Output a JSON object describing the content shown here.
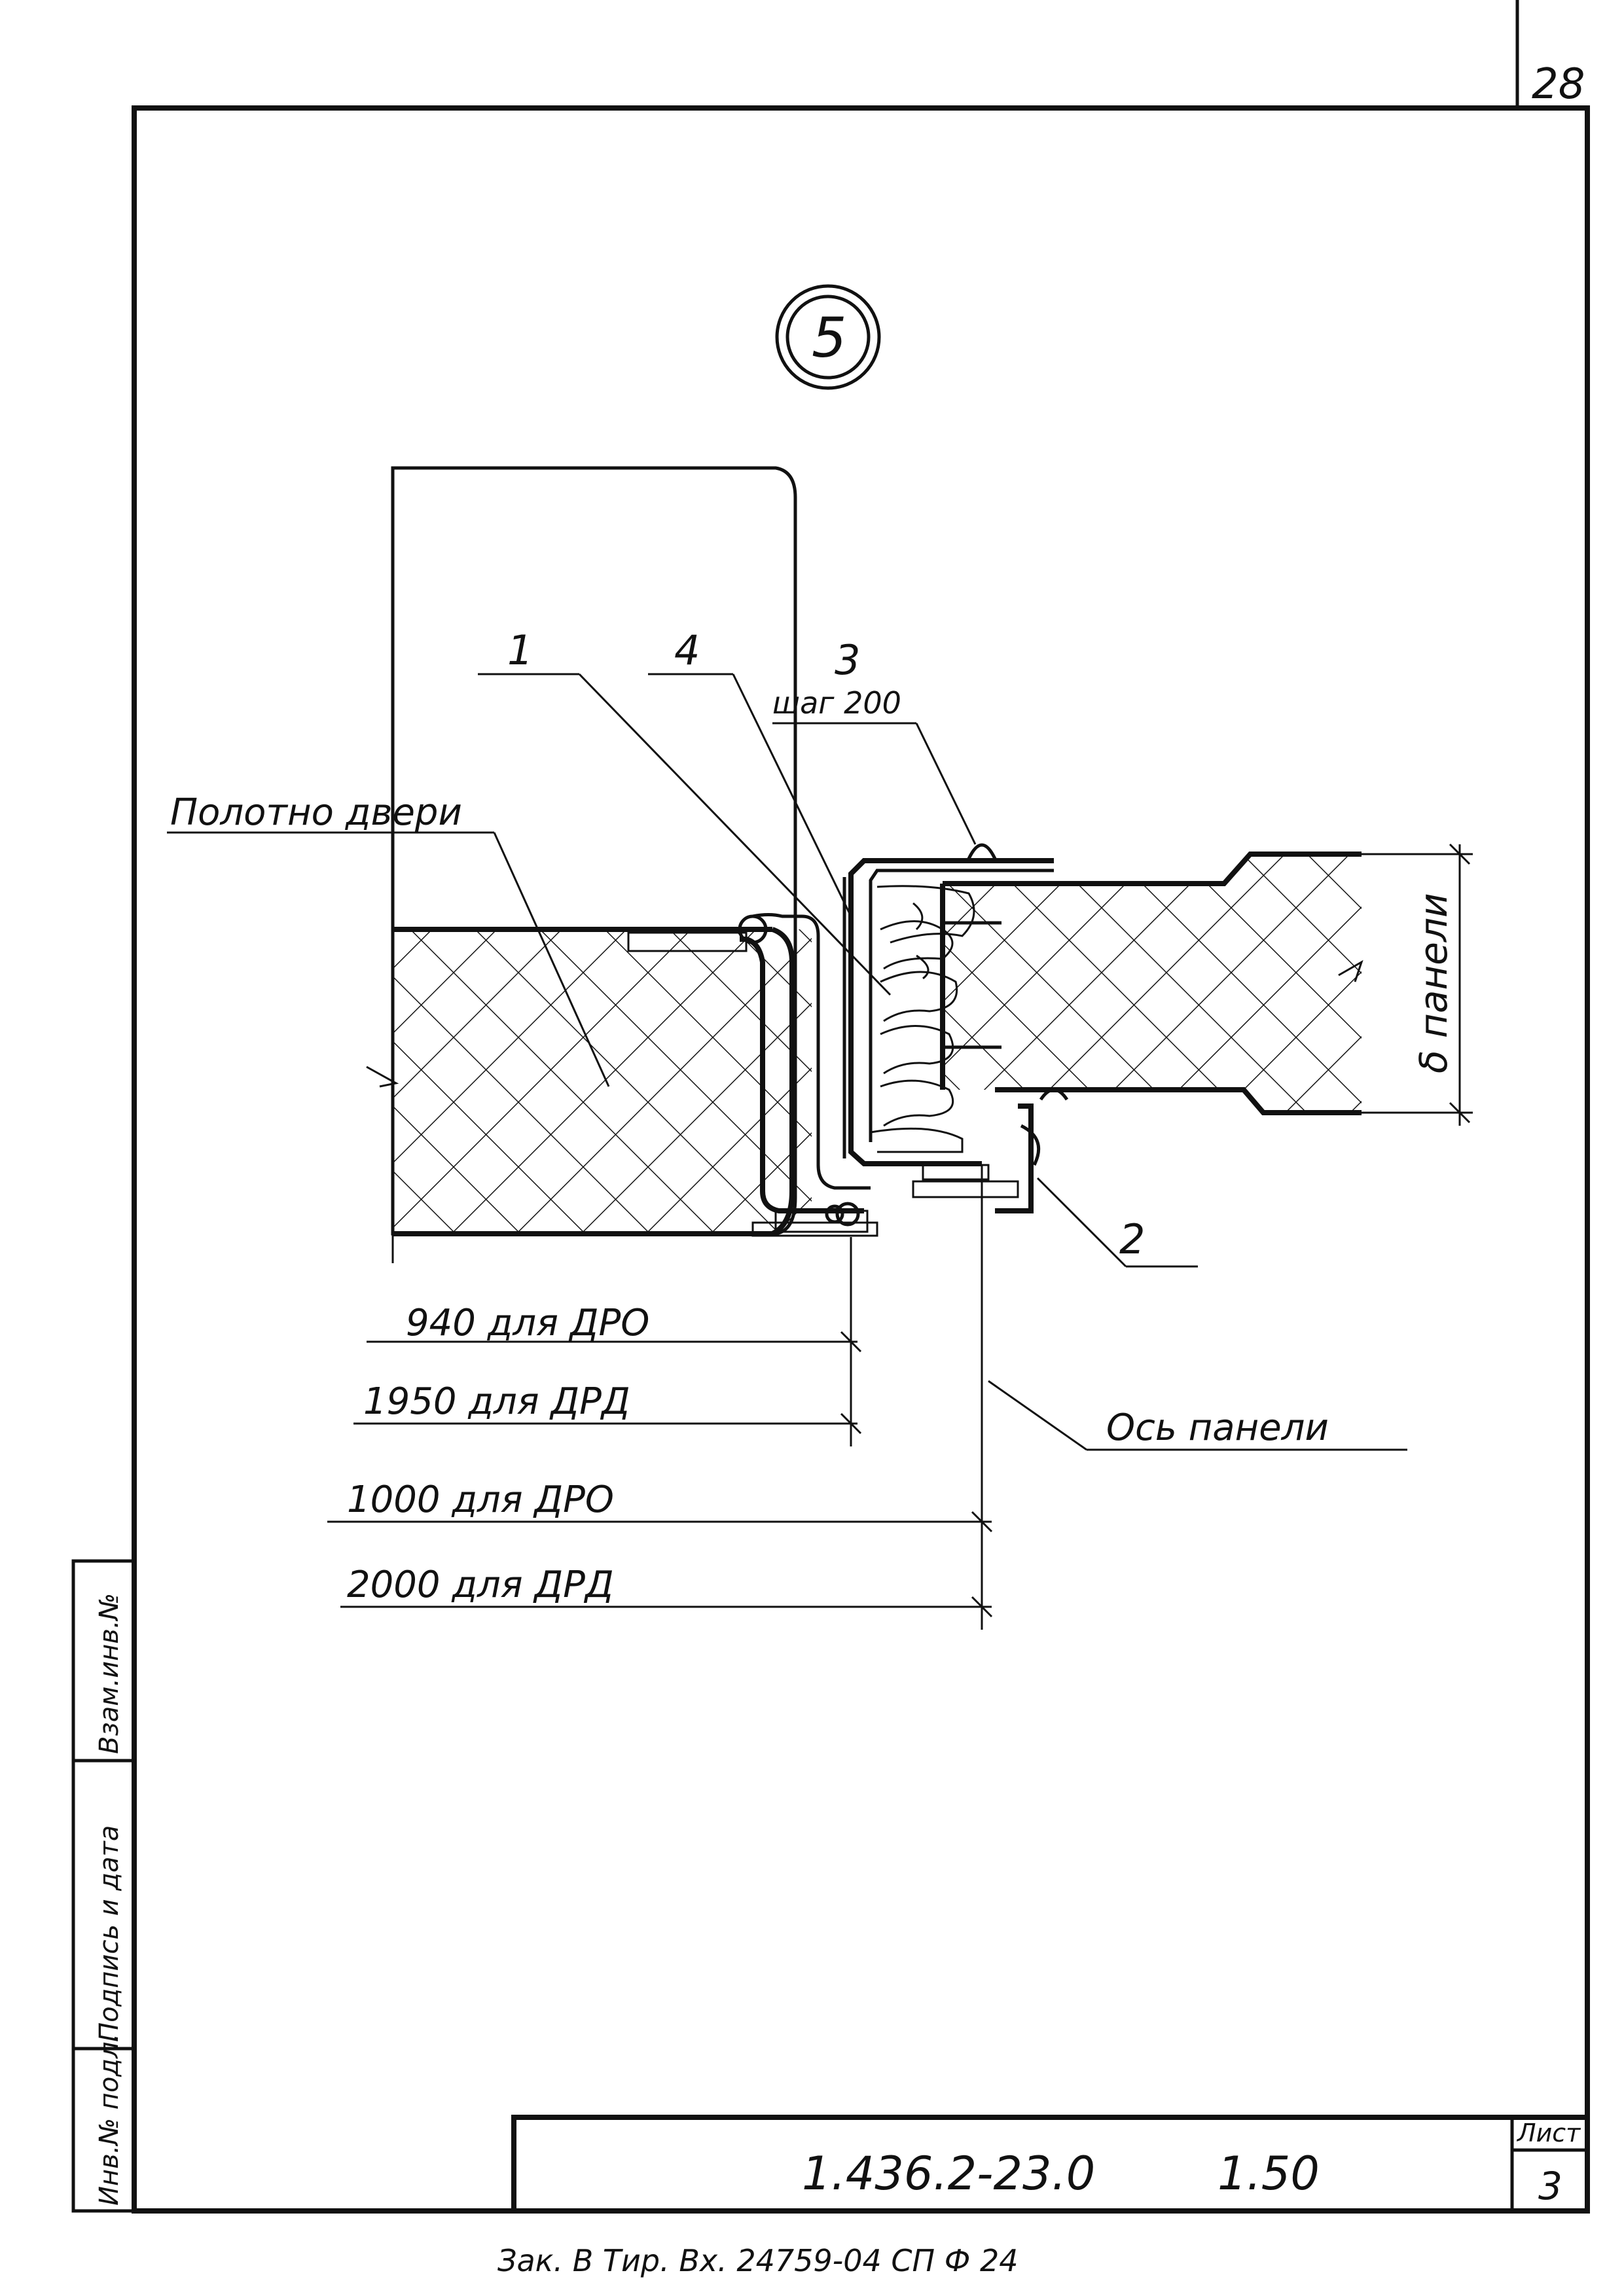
{
  "page_number": "28",
  "node_marker": "5",
  "callouts": {
    "c1": "1",
    "c4": "4",
    "c3": "3",
    "c3_sub": "шаг 200",
    "c2": "2",
    "door_leaf": "Полотно двери",
    "panel_axis": "Ось панели",
    "panel_thickness": "δ панели"
  },
  "dimensions": {
    "d1": "940 для ДРО",
    "d2": "1950 для ДРД",
    "d3": "1000 для ДРО",
    "d4": "2000 для ДРД"
  },
  "side_stamp": {
    "col1": "Взам.инв.№",
    "col2": "Подпись и дата",
    "col3": "Инв.№ подл."
  },
  "title_block": {
    "designation": "1.436.2-23.0",
    "sheet_code": "1.50",
    "sheet_label": "Лист",
    "sheet_number": "3"
  },
  "footer_text": "Зак. В  Тир.  Вх. 24759-04  СП  Ф  24"
}
